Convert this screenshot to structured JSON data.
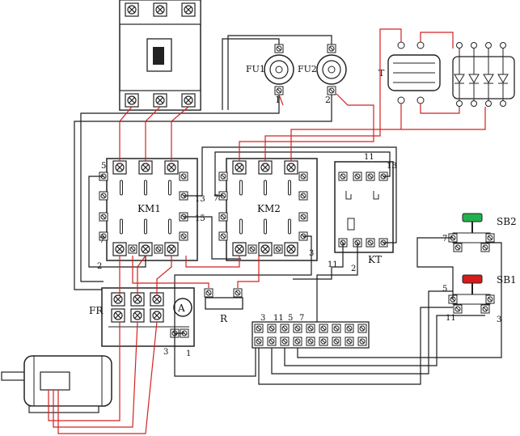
{
  "components": {
    "fu1": "FU1",
    "fu2": "FU2",
    "transformer": "T",
    "km1": "KM1",
    "km2": "KM2",
    "kt": "KT",
    "fr": "FR",
    "resistor": "R",
    "ammeter": "A",
    "sb1": "SB1",
    "sb2": "SB2"
  },
  "terminals": {
    "fu1_num": "1",
    "fu2_num": "2",
    "km1_top": "5",
    "km1_13": "13",
    "km1_15": "15",
    "km1_bottom": "7",
    "km1_2": "2",
    "km2_7": "7",
    "km2_3": "3",
    "kt_11_top": "11",
    "kt_13": "13",
    "kt_11_bottom": "11",
    "kt_2": "2",
    "sb2_7": "7",
    "sb1_5": "5",
    "sb1_11": "11",
    "sb1_3": "3",
    "fr_3": "3",
    "fr_1": "1",
    "strip_3": "3",
    "strip_11": "11",
    "strip_5": "5",
    "strip_7": "7"
  },
  "colors": {
    "wire_black": "#1a1a1a",
    "wire_red": "#d42020",
    "button_green": "#22b14c",
    "button_red": "#d61b1b"
  },
  "icons": {
    "breaker": "circuit-breaker-icon",
    "fuse": "fuse-icon",
    "transformer": "transformer-icon",
    "rectifier": "bridge-rectifier-icon",
    "motor": "motor-icon"
  }
}
